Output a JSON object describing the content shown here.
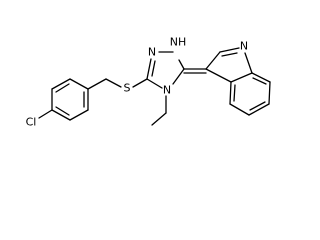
{
  "molecule": {
    "atoms": {
      "chlorine": "Cl",
      "sulfur": "S",
      "triazole_n_nh": "NH",
      "triazole_n_left": "N",
      "triazole_n_ethyl": "N",
      "indole_n": "N"
    }
  }
}
